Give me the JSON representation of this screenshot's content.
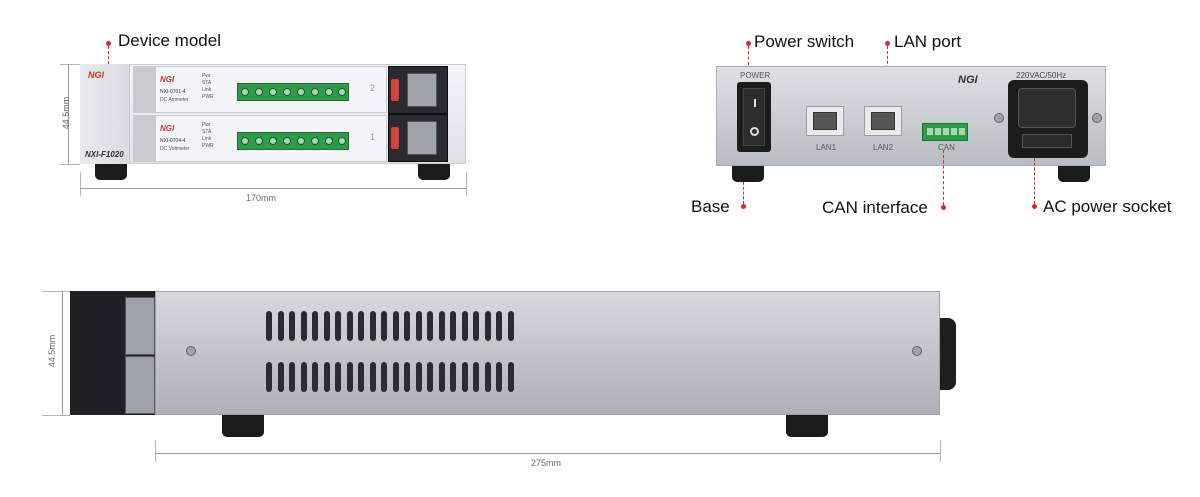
{
  "callouts": {
    "device_model": "Device model",
    "power_switch": "Power switch",
    "lan_port": "LAN port",
    "base": "Base",
    "can_interface": "CAN interface",
    "ac_power_socket": "AC power socket"
  },
  "dimensions": {
    "front_height": "44.5mm",
    "front_width": "170mm",
    "side_height": "44.5mm",
    "side_length": "275mm"
  },
  "front_panel": {
    "brand": "NGI",
    "model": "NXI-F1020",
    "module1_name": "NXI-0701-4",
    "module1_sub": "DC Ammeter",
    "module2_name": "NXI-0704-4",
    "module2_sub": "DC Voltmeter",
    "leds": [
      "Pwr",
      "STA",
      "Link",
      "PWR"
    ],
    "slot1": "2",
    "slot2": "1"
  },
  "rear_panel": {
    "power_label": "POWER",
    "brand": "NGI",
    "voltage": "220VAC/50Hz",
    "lan1": "LAN1",
    "lan2": "LAN2",
    "can": "CAN"
  },
  "colors": {
    "callout_accent": "#d9262c",
    "terminal_green": "#2f9a4a"
  }
}
